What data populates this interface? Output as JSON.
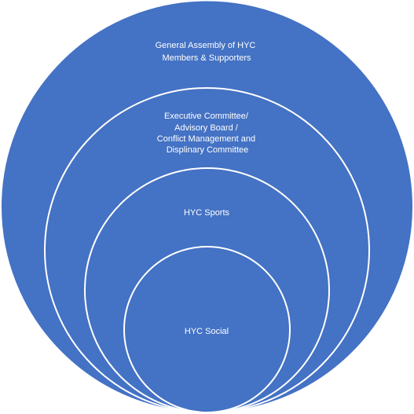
{
  "diagram": {
    "layers": [
      {
        "label_lines": [
          "General Assembly of HYC",
          "Members & Supporters"
        ]
      },
      {
        "label_lines": [
          "Executive Committee/",
          "Advisory Board /",
          "Conflict Management and",
          "Displinary Committee"
        ]
      },
      {
        "label_lines": [
          "HYC Sports"
        ]
      },
      {
        "label_lines": [
          "HYC Social"
        ]
      }
    ],
    "colors": {
      "fill": "#4472C4",
      "border": "#ffffff",
      "text": "#ffffff"
    }
  }
}
